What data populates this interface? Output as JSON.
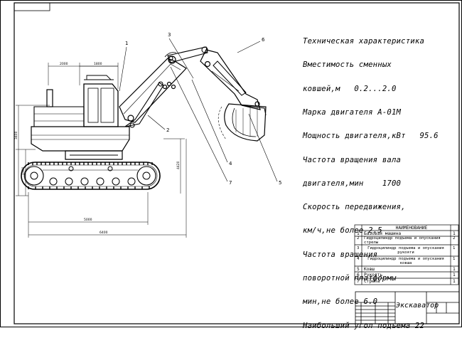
{
  "spec": {
    "lines": [
      "Техническая характеристика",
      "Вместимость сменных",
      "ковшей,м   0.2...2.0",
      "Марка двигателя А-01М",
      "Мощность двигателя,кВт   95.6",
      "Частота вращения вала",
      "двигателя,мин    1700",
      "Скорость передвижения,",
      "км/ч,не более 2.5",
      "Частота вращения",
      "поворотной платформы",
      "мин,не более 6.0",
      "Наибольший угол подъема 22"
    ]
  },
  "parts": {
    "header": "НАИМЕНОВАНИЕ",
    "rows": [
      {
        "num": "1",
        "name": "Базовая машина",
        "qty": "1"
      },
      {
        "num": "2",
        "name": "Гидроцилиндр подъема и опускания стрелы",
        "qty": "2"
      },
      {
        "num": "3",
        "name": "Гидроцилиндр подъема и опускания рукояти",
        "qty": "1"
      },
      {
        "num": "4",
        "name": "Гидроцилиндр подъема и опускания ковша",
        "qty": "1"
      },
      {
        "num": "5",
        "name": "Ковш",
        "qty": "1"
      },
      {
        "num": "6",
        "name": "Рукоять",
        "qty": "1"
      },
      {
        "num": "7",
        "name": "Стрела",
        "qty": "1"
      }
    ]
  },
  "stamp": {
    "title": "Экскаватор"
  },
  "callouts": [
    "1",
    "2",
    "3",
    "4",
    "5",
    "6",
    "7"
  ],
  "dimensions": [
    "2000",
    "1800",
    "3400",
    "1500",
    "4420",
    "5000",
    "6400"
  ]
}
